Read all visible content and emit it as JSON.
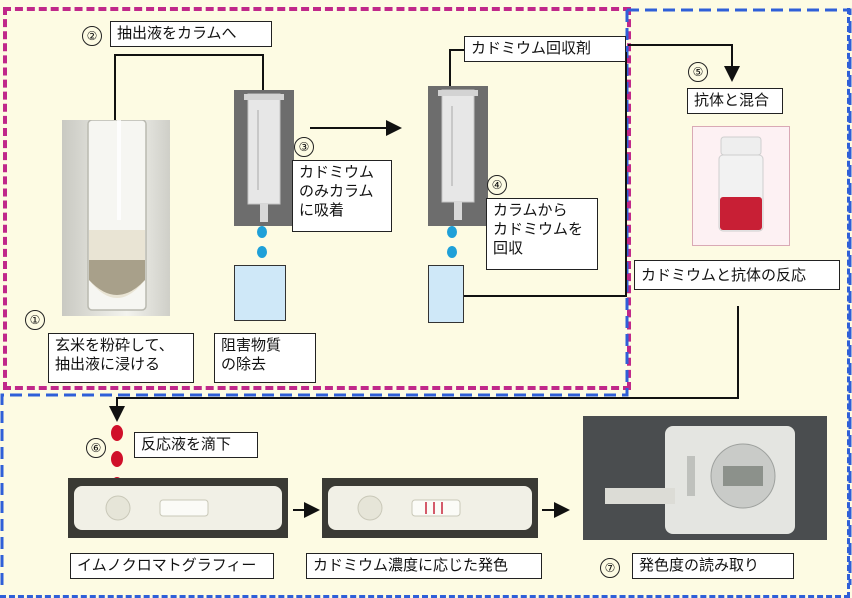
{
  "steps": {
    "s1": {
      "num": "①",
      "label": "玄米を粉砕して、\n抽出液に浸ける"
    },
    "s2": {
      "num": "②",
      "label": "抽出液をカラムへ"
    },
    "s3": {
      "num": "③",
      "label": "カドミウム\nのみカラム\nに吸着"
    },
    "s3b": {
      "label": "阻害物質\nの除去"
    },
    "s4": {
      "num": "④",
      "label": "カラムから\nカドミウムを\n回収"
    },
    "s4b": {
      "label": "カドミウム回収剤"
    },
    "s5": {
      "num": "⑤",
      "label": "抗体と混合"
    },
    "s5b": {
      "label": "カドミウムと抗体の反応"
    },
    "s6": {
      "num": "⑥",
      "label": "反応液を滴下"
    },
    "s6b": {
      "label": "イムノクロマトグラフィー"
    },
    "s6c": {
      "label": "カドミウム濃度に応じた発色"
    },
    "s7": {
      "num": "⑦",
      "label": "発色度の読み取り"
    }
  },
  "colors": {
    "background": "#fdfbe3",
    "magenta_dash": "#c0288a",
    "blue_dash": "#2f5fd8",
    "drop_blue": "#1fa0d8",
    "drop_red": "#d0102a"
  }
}
